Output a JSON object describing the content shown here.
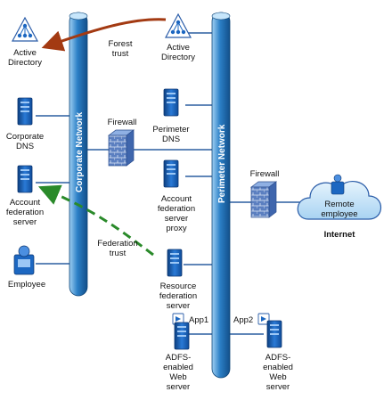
{
  "colors": {
    "tube": "#1f6fb3",
    "tube_light": "#9fd0f3",
    "connector": "#2c5fa0",
    "forest_trust_arrow": "#a33a12",
    "federation_trust_arrow": "#2a8a2a",
    "server_blue": "#1c67c1",
    "firewall_blue": "#5b7fc0",
    "cloud": "#bfe0f5"
  },
  "networks": {
    "corporate": "Corporate Network",
    "perimeter": "Perimeter Network"
  },
  "nodes": {
    "ad_corp": [
      "Active",
      "Directory"
    ],
    "ad_perim": [
      "Active",
      "Directory"
    ],
    "corp_dns": [
      "Corporate",
      "DNS"
    ],
    "perim_dns": [
      "Perimeter",
      "DNS"
    ],
    "account_fs": [
      "Account",
      "federation",
      "server"
    ],
    "account_fs_proxy": [
      "Account",
      "federation",
      "server",
      "proxy"
    ],
    "employee": [
      "Employee"
    ],
    "resource_fs": [
      "Resource",
      "federation",
      "server"
    ],
    "web1": [
      "ADFS-",
      "enabled",
      "Web",
      "server"
    ],
    "web2": [
      "ADFS-",
      "enabled",
      "Web",
      "server"
    ],
    "remote": [
      "Remote",
      "employee"
    ],
    "internet": "Internet",
    "firewall1": "Firewall",
    "firewall2": "Firewall",
    "app1": "App1",
    "app2": "App2"
  },
  "relations": {
    "forest_trust": [
      "Forest",
      "trust"
    ],
    "federation_trust": [
      "Federation",
      "trust"
    ]
  },
  "icons": [
    "active-directory-icon",
    "server-icon",
    "firewall-icon",
    "cloud-icon",
    "user-icon",
    "app-icon"
  ]
}
